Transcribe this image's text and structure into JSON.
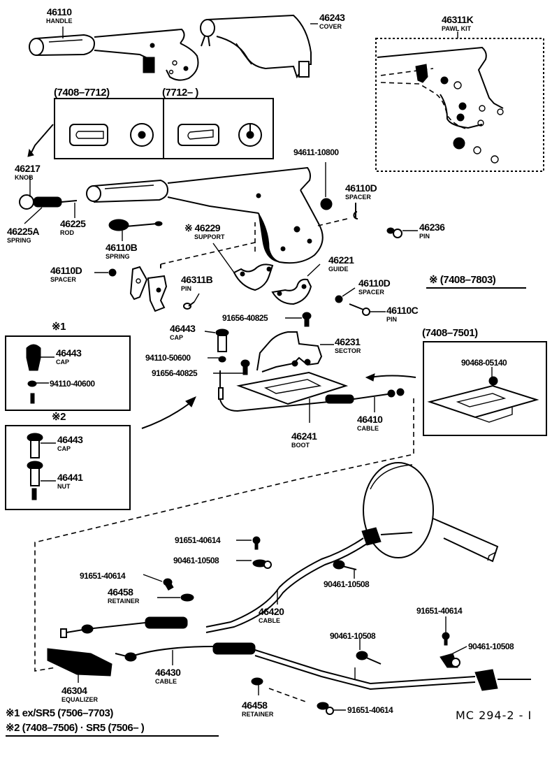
{
  "diagram": {
    "drawing_code": "MC  294-2 - I",
    "parts": [
      {
        "id": "handle",
        "number": "46110",
        "name": "HANDLE"
      },
      {
        "id": "cover",
        "number": "46243",
        "name": "COVER"
      },
      {
        "id": "pawl-kit",
        "number": "46311K",
        "name": "PAWL KIT"
      },
      {
        "id": "knob",
        "number": "46217",
        "name": "KNOB"
      },
      {
        "id": "spring-a",
        "number": "46225A",
        "name": "SPRING"
      },
      {
        "id": "rod",
        "number": "46225",
        "name": "ROD"
      },
      {
        "id": "spring-b",
        "number": "46110B",
        "name": "SPRING"
      },
      {
        "id": "support",
        "number": "46229",
        "name": "SUPPORT",
        "marker": "※"
      },
      {
        "id": "spacer-left",
        "number": "46110D",
        "name": "SPACER"
      },
      {
        "id": "pin-b",
        "number": "46311B",
        "name": "PIN"
      },
      {
        "id": "washer-94611",
        "number": "94611-10800",
        "name": ""
      },
      {
        "id": "spacer-top",
        "number": "46110D",
        "name": "SPACER"
      },
      {
        "id": "pin-236",
        "number": "46236",
        "name": "PIN"
      },
      {
        "id": "guide",
        "number": "46221",
        "name": "GUIDE"
      },
      {
        "id": "spacer-mid",
        "number": "46110D",
        "name": "SPACER"
      },
      {
        "id": "pin-c",
        "number": "46110C",
        "name": "PIN"
      },
      {
        "id": "bolt-91656-top",
        "number": "91656-40825",
        "name": ""
      },
      {
        "id": "cap-main",
        "number": "46443",
        "name": "CAP"
      },
      {
        "id": "nut-94110-50600",
        "number": "94110-50600",
        "name": ""
      },
      {
        "id": "bolt-91656-mid",
        "number": "91656-40825",
        "name": ""
      },
      {
        "id": "sector",
        "number": "46231",
        "name": "SECTOR"
      },
      {
        "id": "boot",
        "number": "46241",
        "name": "BOOT"
      },
      {
        "id": "cable-front",
        "number": "46410",
        "name": "CABLE"
      },
      {
        "id": "screw-90468",
        "number": "90468-05140",
        "name": ""
      },
      {
        "id": "bolt-91651-a",
        "number": "91651-40614",
        "name": ""
      },
      {
        "id": "clamp-90461-a",
        "number": "90461-10508",
        "name": ""
      },
      {
        "id": "bolt-91651-b",
        "number": "91651-40614",
        "name": ""
      },
      {
        "id": "retainer-upper",
        "number": "46458",
        "name": "RETAINER"
      },
      {
        "id": "clamp-90461-b",
        "number": "90461-10508",
        "name": ""
      },
      {
        "id": "cable-right",
        "number": "46420",
        "name": "CABLE"
      },
      {
        "id": "bolt-91651-c",
        "number": "91651-40614",
        "name": ""
      },
      {
        "id": "clamp-90461-c",
        "number": "90461-10508",
        "name": ""
      },
      {
        "id": "clamp-90461-d",
        "number": "90461-10508",
        "name": ""
      },
      {
        "id": "equalizer",
        "number": "46304",
        "name": "EQUALIZER"
      },
      {
        "id": "cable-left",
        "number": "46430",
        "name": "CABLE"
      },
      {
        "id": "retainer-lower",
        "number": "46458",
        "name": "RETAINER"
      },
      {
        "id": "bolt-91651-d",
        "number": "91651-40614",
        "name": ""
      }
    ],
    "inset_handle_variants": {
      "left_label": "(7408–7712)",
      "right_label": "(7712–        )"
    },
    "inset_note1": {
      "title": "※1",
      "cap_number": "46443",
      "cap_name": "CAP",
      "nut_number": "94110-40600"
    },
    "inset_note2": {
      "title": "※2",
      "cap_number": "46443",
      "cap_name": "CAP",
      "nut_number": "46441",
      "nut_name": "NUT"
    },
    "inset_boot_variant": {
      "label": "(7408–7501)",
      "screw_number": "90468-05140"
    },
    "support_note": "※ (7408–7803)",
    "footnotes": [
      "※1 ex/SR5 (7506–7703)",
      "※2 (7408–7506) · SR5 (7506–        )"
    ]
  }
}
